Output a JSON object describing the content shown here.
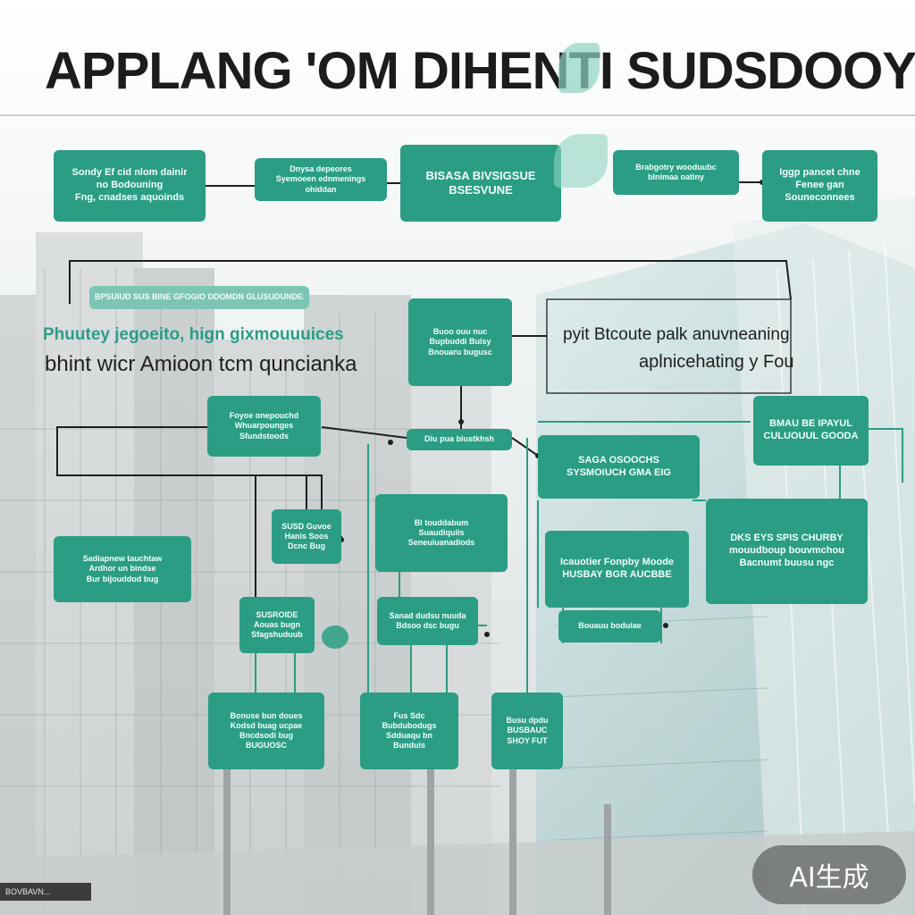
{
  "title": "APPLANG 'OM DIHENTI SUDSDOOY",
  "colors": {
    "node": "#2a9d84",
    "wire": "#1f1f1f",
    "wire_teal": "#2a9d84",
    "title": "#1c1c1c"
  },
  "nodes": {
    "top_1": [
      "Sondy Ef cid nlom dainir",
      "no Bodouning",
      "Fng, cnadses aquoinds"
    ],
    "top_2": [
      "Dnysa depeores",
      "Syemoeen ednmenings",
      "ohiddan"
    ],
    "top_3": [
      "BISASA BIVSIGSUE",
      "BSESVUNE"
    ],
    "top_4": [
      "Brabgotry wooduubc",
      "blnimaa oatiny"
    ],
    "top_5": [
      "Iggp pancet chne",
      "Fenee gan",
      "Souneconnees"
    ],
    "mid_center": [
      "Buoo ouu nuc",
      "Bupbuddi Bulsy",
      "Bnouaru bugusc"
    ],
    "left_row": [
      "Foyoe onepouchd",
      "Whuarpounges",
      "Sfundstoods"
    ],
    "bus": [
      "Diu pua biustkhsh"
    ],
    "right_row_1": [
      "SAGA OSOOCHS",
      "SYSMOIUCH GMA EIG"
    ],
    "right_top": [
      "BMAU BE IPAYUL",
      "CULUOUUL GOODA"
    ],
    "small_left": [
      "SUSD Guvoe",
      "Hanis Soos",
      "Dcnc Bug"
    ],
    "far_left": [
      "Sadiapnew tauchtaw",
      "Ardhor un bindse",
      "Bur bijouddod bug"
    ],
    "center_col": [
      "Bl touddabum",
      "Suaudiquiis",
      "Seneuiuanadiods"
    ],
    "right_mid": [
      "Icauotier Fonpby Moode",
      "HUSBAY BGR AUCBBE"
    ],
    "far_right": [
      "DKS EYS SPIS CHURBY",
      "mouudboup bouvmchou",
      "Bacnumt buusu ngc"
    ],
    "low_left": [
      "SUSROIDE",
      "Aouas bugn",
      "Sfagshuduub"
    ],
    "low_center": [
      "Sanad dudsu nuuda",
      "Bdsoo dsc bugu"
    ],
    "low_right_strip": [
      "Bouauu boduiae"
    ],
    "bottom_1": [
      "Bonuse bun doues",
      "Kodsd buag ucpae",
      "Bncdsodi bug",
      "BUGUOSC"
    ],
    "bottom_2": [
      "Fus Sdc",
      "Bubdubodugs",
      "Sdduaqu bn",
      "Bunduis"
    ],
    "bottom_3": [
      "Busu dpdu",
      "BUSBAUC",
      "SHOY FUT"
    ]
  },
  "texts": {
    "ribbon": "BPSUIUD SUS BINE GFOGIO DDOMDN GLUSUDUNDES",
    "left_heading": "Phuutey jegoeito, hign gixmouuuices",
    "left_sub": "bhint wicr Amioon  tcm quncianka",
    "right_heading": "pyit Btcoute palk anuvneaning",
    "right_sub": "aplnicehating y Fou"
  },
  "badge": "AI生成",
  "footer": "BOVBAVN..."
}
